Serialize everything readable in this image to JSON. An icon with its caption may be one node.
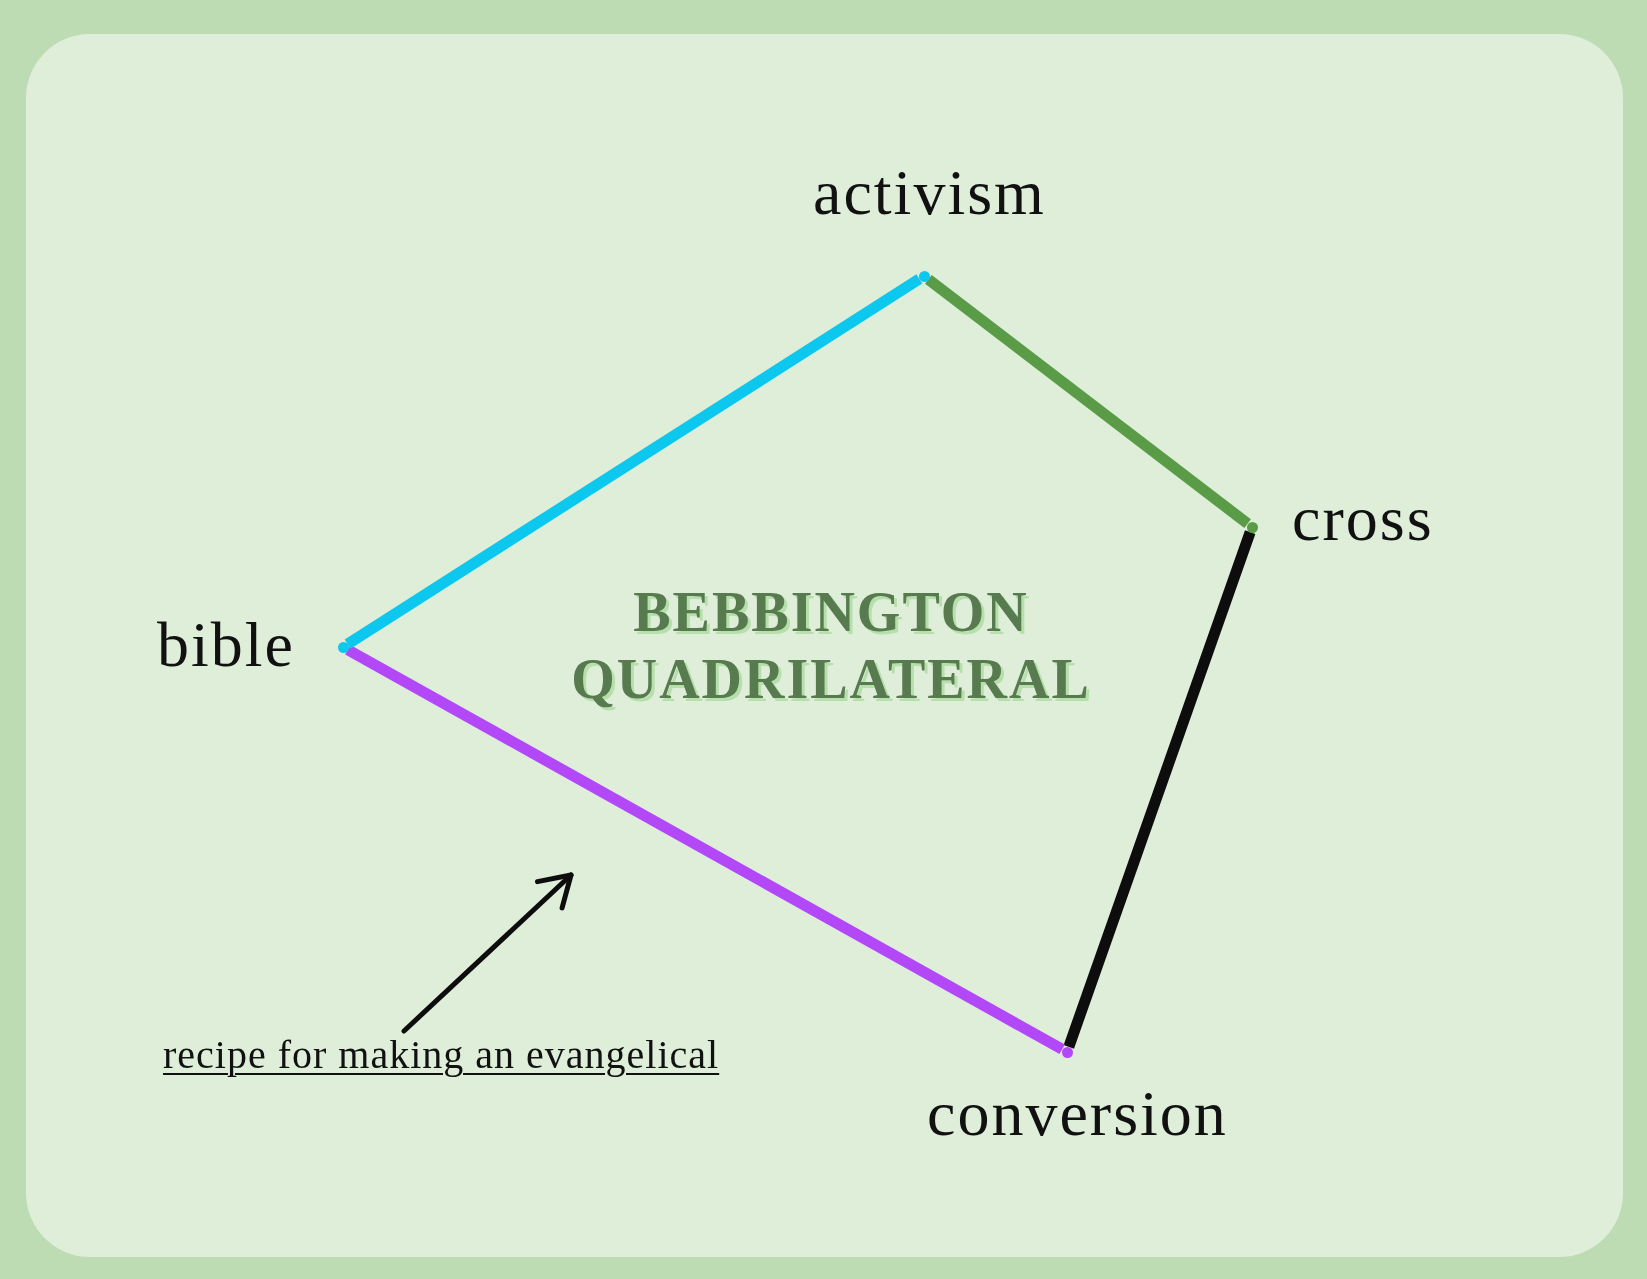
{
  "diagram": {
    "title": "BEBBINGTON QUADRILATERAL",
    "nodes": [
      {
        "text": [],
        "shape": "dot",
        "beside": [
          "activism"
        ]
      },
      {
        "text": [],
        "shape": "dot",
        "beside": [
          "cross"
        ]
      },
      {
        "text": [],
        "shape": "dot",
        "beside": [
          "bible"
        ]
      },
      {
        "text": [],
        "shape": "dot",
        "beside": [
          "conversion"
        ]
      },
      {
        "text": [
          "recipe for making an evangelical"
        ]
      }
    ],
    "edges": [
      {
        "from": 2,
        "to": 0,
        "arrow": "none",
        "color": "#0cc8ee"
      },
      {
        "from": 0,
        "to": 1,
        "arrow": "none",
        "color": "#5a9b47"
      },
      {
        "from": 1,
        "to": 3,
        "arrow": "none"
      },
      {
        "from": 3,
        "to": 2,
        "arrow": "none",
        "color": "#b348f8"
      },
      {
        "from": 4,
        "to": null,
        "arrow": "to"
      }
    ]
  }
}
